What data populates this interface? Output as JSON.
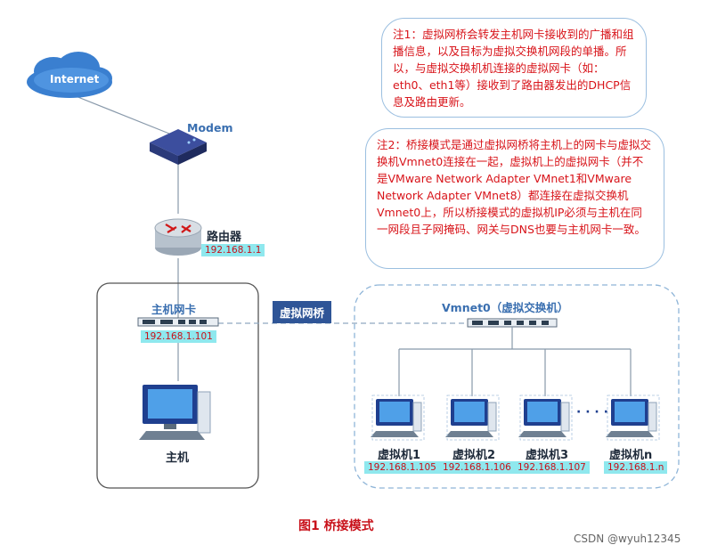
{
  "diagram": {
    "internet_label": "Internet",
    "modem_label": "Modem",
    "router_label": "路由器",
    "router_ip": "192.168.1.1",
    "host_nic_label": "主机网卡",
    "host_nic_ip": "192.168.1.101",
    "host_label": "主机",
    "bridge_label": "虚拟网桥",
    "switch_label": "Vmnet0（虚拟交换机）",
    "vm_dots": "· · · ·",
    "vms": [
      {
        "name": "虚拟机1",
        "ip": "192.168.1.105"
      },
      {
        "name": "虚拟机2",
        "ip": "192.168.1.106"
      },
      {
        "name": "虚拟机3",
        "ip": "192.168.1.107"
      },
      {
        "name": "虚拟机n",
        "ip": "192.168.1.n"
      }
    ],
    "note1": "注1：虚拟网桥会转发主机网卡接收到的广播和组播信息，以及目标为虚拟交换机网段的单播。所以，与虚拟交换机机连接的虚拟网卡（如：eth0、eth1等）接收到了路由器发出的DHCP信息及路由更新。",
    "note2": "注2：桥接模式是通过虚拟网桥将主机上的网卡与虚拟交换机Vmnet0连接在一起，虚拟机上的虚拟网卡（并不是VMware Network Adapter VMnet1和VMware Network Adapter VMnet8）都连接在虚拟交换机Vmnet0上，所以桥接模式的虚拟机IP必须与主机在同一网段且子网掩码、网关与DNS也要与主机网卡一致。",
    "caption": "图1  桥接模式",
    "watermark": "CSDN @wyuh12345"
  },
  "colors": {
    "note_text": "#d8141a",
    "ip_bg": "#8fe8ee",
    "ip_text": "#c8111a",
    "label_blue": "#3a6fb0",
    "bridge_bg": "#2f5597"
  }
}
